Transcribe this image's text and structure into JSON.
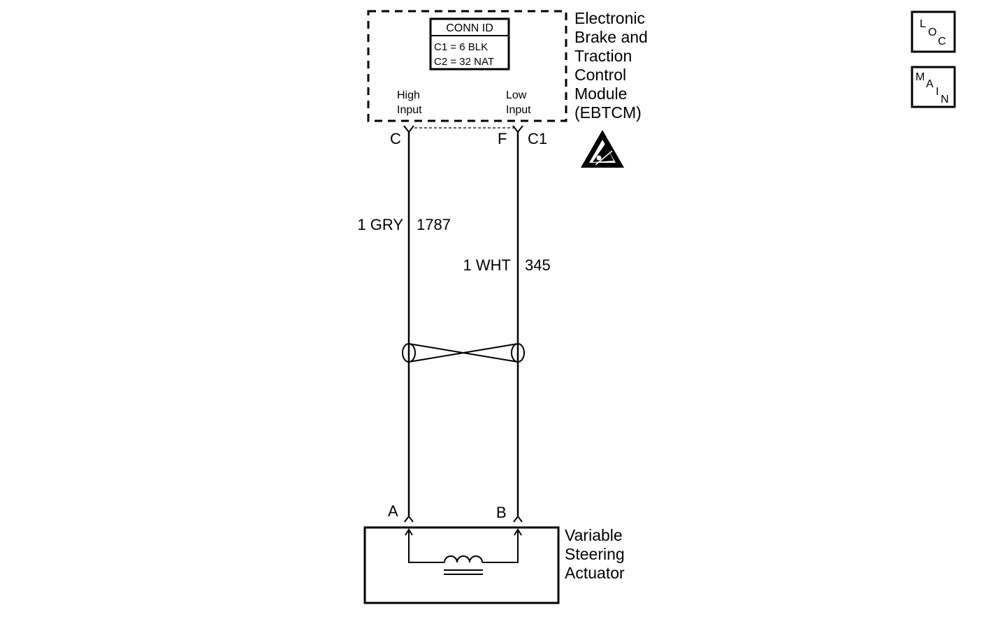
{
  "module": {
    "name_lines": [
      "Electronic",
      "Brake and",
      "Traction",
      "Control",
      "Module",
      "(EBTCM)"
    ],
    "conn_id": {
      "title": "CONN ID",
      "rows": [
        "C1 = 6 BLK",
        "C2 = 32 NAT"
      ]
    },
    "inputs": {
      "high": [
        "High",
        "Input"
      ],
      "low": [
        "Low",
        "Input"
      ]
    },
    "esd_icon": "esd-warning-icon"
  },
  "connectors": {
    "high_pin": "C",
    "low_pin": "F",
    "module_connector": "C1",
    "actuator_pin_a": "A",
    "actuator_pin_b": "B"
  },
  "wires": {
    "high": {
      "gauge_color": "1 GRY",
      "circuit": "1787"
    },
    "low": {
      "gauge_color": "1 WHT",
      "circuit": "345"
    },
    "twisted_pair_icon": "twisted-pair-icon"
  },
  "actuator": {
    "name_lines": [
      "Variable",
      "Steering",
      "Actuator"
    ],
    "coil_icon": "solenoid-coil-icon"
  },
  "nav": {
    "loc": {
      "letters": [
        "L",
        "O",
        "C"
      ]
    },
    "main": {
      "letters": [
        "M",
        "A",
        "I",
        "N"
      ]
    }
  }
}
